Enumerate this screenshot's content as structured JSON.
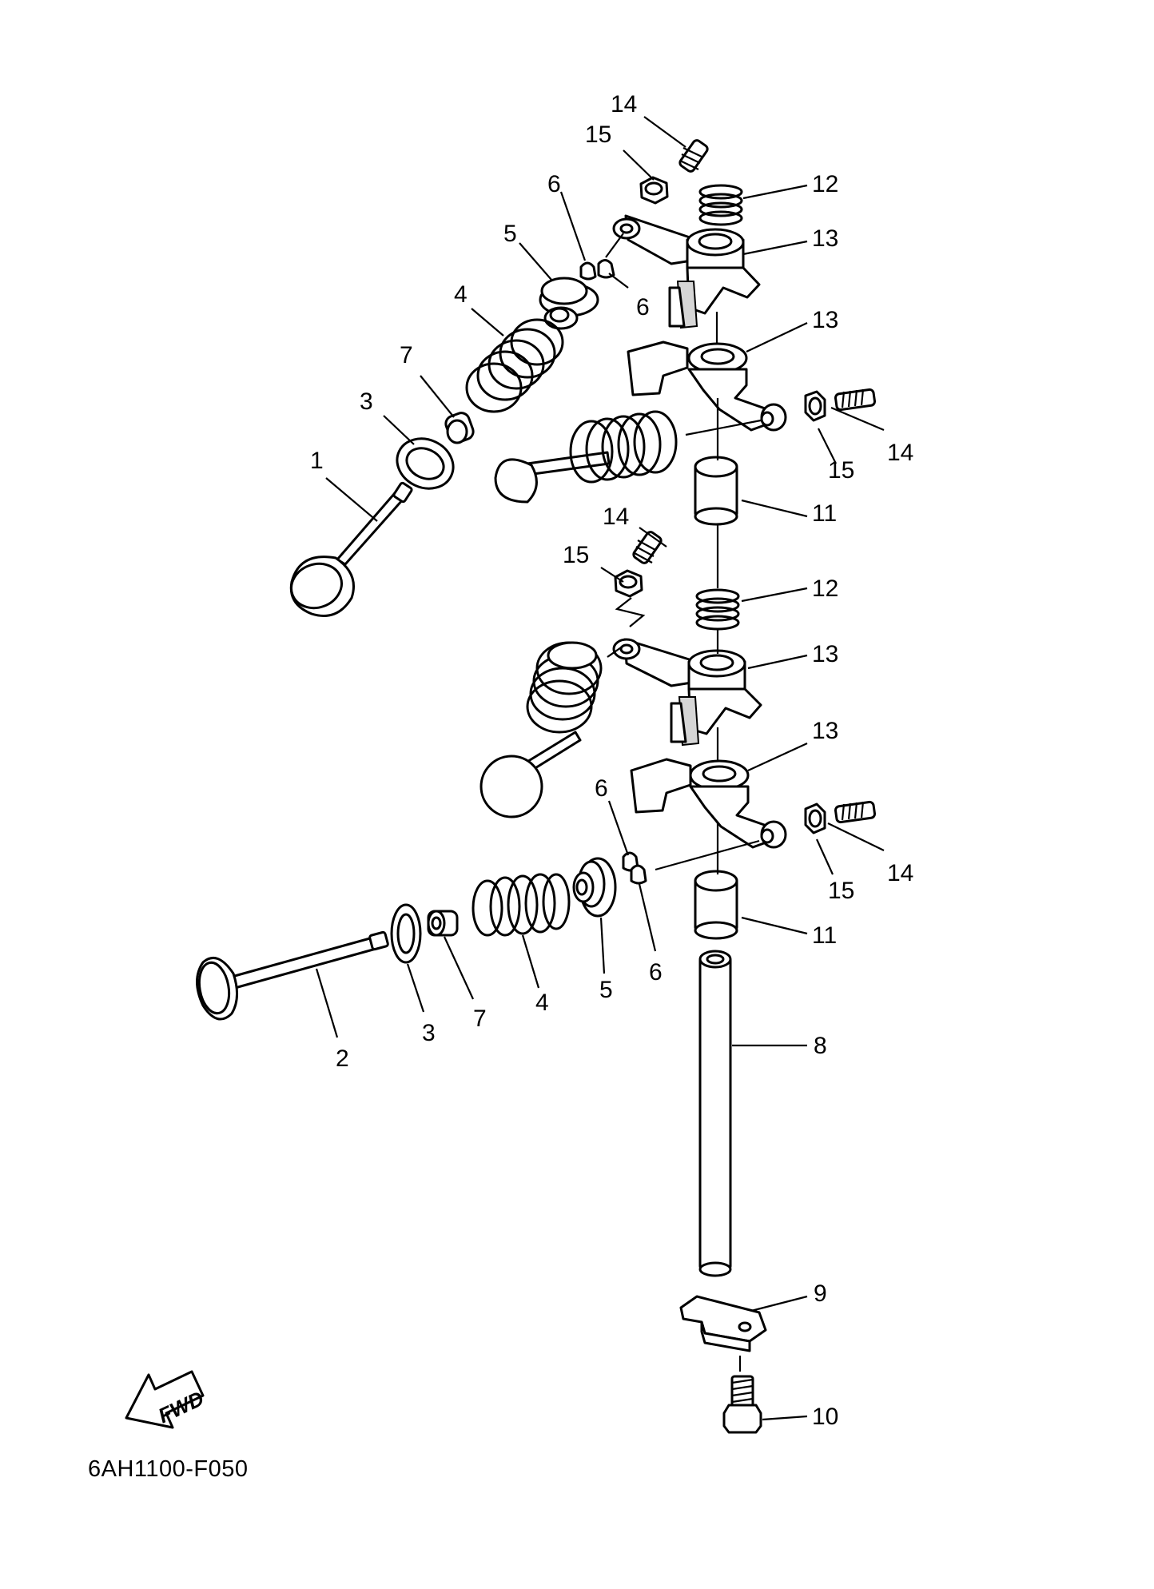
{
  "diagram": {
    "code": "6AH1100-F050",
    "fwd_label": "FWD",
    "labels": [
      {
        "id": "l14a",
        "text": "14"
      },
      {
        "id": "l15a",
        "text": "15"
      },
      {
        "id": "l6a",
        "text": "6"
      },
      {
        "id": "l12a",
        "text": "12"
      },
      {
        "id": "l13a",
        "text": "13"
      },
      {
        "id": "l5a",
        "text": "5"
      },
      {
        "id": "l6b",
        "text": "6"
      },
      {
        "id": "l4a",
        "text": "4"
      },
      {
        "id": "l13b",
        "text": "13"
      },
      {
        "id": "l7a",
        "text": "7"
      },
      {
        "id": "l3a",
        "text": "3"
      },
      {
        "id": "l14b",
        "text": "14"
      },
      {
        "id": "l1a",
        "text": "1"
      },
      {
        "id": "l15b",
        "text": "15"
      },
      {
        "id": "l11a",
        "text": "11"
      },
      {
        "id": "l14c",
        "text": "14"
      },
      {
        "id": "l15c",
        "text": "15"
      },
      {
        "id": "l12b",
        "text": "12"
      },
      {
        "id": "l13c",
        "text": "13"
      },
      {
        "id": "l13d",
        "text": "13"
      },
      {
        "id": "l6c",
        "text": "6"
      },
      {
        "id": "l14d",
        "text": "14"
      },
      {
        "id": "l15d",
        "text": "15"
      },
      {
        "id": "l11b",
        "text": "11"
      },
      {
        "id": "l6d",
        "text": "6"
      },
      {
        "id": "l5b",
        "text": "5"
      },
      {
        "id": "l4b",
        "text": "4"
      },
      {
        "id": "l7b",
        "text": "7"
      },
      {
        "id": "l3b",
        "text": "3"
      },
      {
        "id": "l2a",
        "text": "2"
      },
      {
        "id": "l8a",
        "text": "8"
      },
      {
        "id": "l9a",
        "text": "9"
      },
      {
        "id": "l10a",
        "text": "10"
      }
    ]
  }
}
